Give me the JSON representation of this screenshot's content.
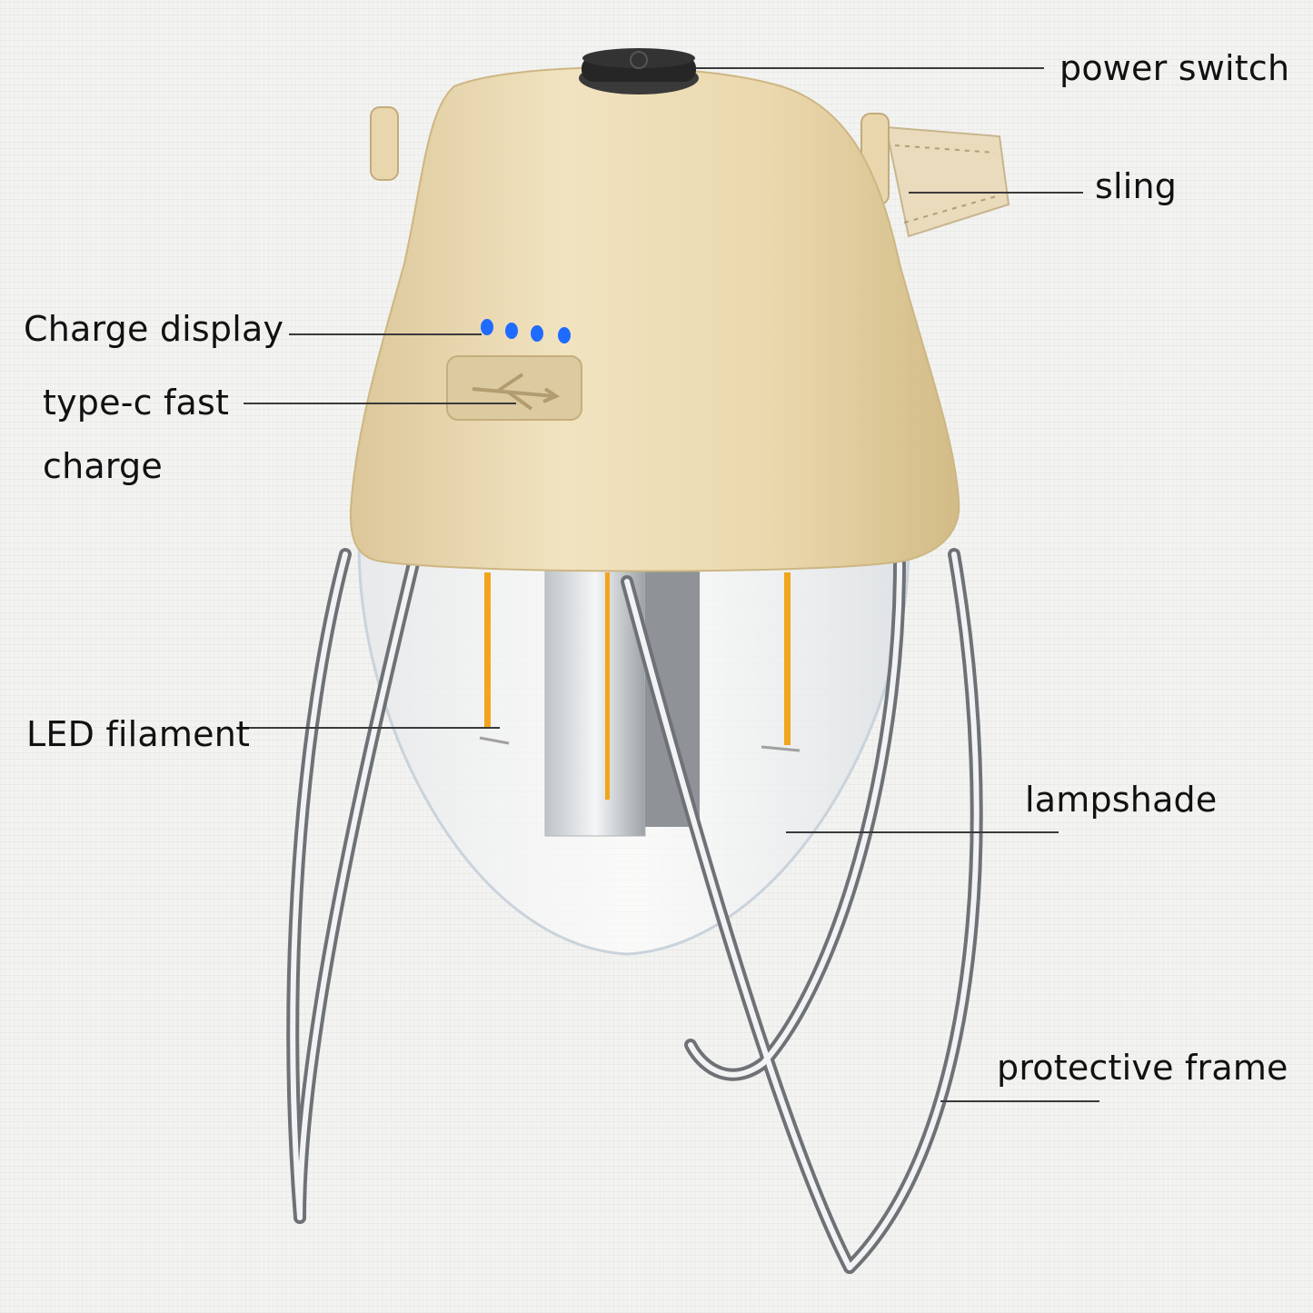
{
  "diagram": {
    "subject": "Camping lantern",
    "colors": {
      "background": "#f3f3f1",
      "cap": "#ecdcb4",
      "cap_shadow": "#d8c392",
      "switch": "#2a2a2a",
      "charge_led": "#1f6bff",
      "filament": "#f2a51c",
      "frame": "#8c8c8c",
      "label_text": "#111111",
      "leader_line": "#3a3a3a"
    },
    "callouts": [
      {
        "id": "power-switch",
        "label": "power switch"
      },
      {
        "id": "sling",
        "label": "sling"
      },
      {
        "id": "charge-display",
        "label": "Charge display"
      },
      {
        "id": "type-c",
        "label_line1": "type-c fast",
        "label_line2": "charge"
      },
      {
        "id": "led-filament",
        "label": "LED filament"
      },
      {
        "id": "lampshade",
        "label": "lampshade"
      },
      {
        "id": "protective-frame",
        "label": "protective frame"
      }
    ],
    "charge_leds": 4,
    "port_icon": "usb-icon"
  }
}
